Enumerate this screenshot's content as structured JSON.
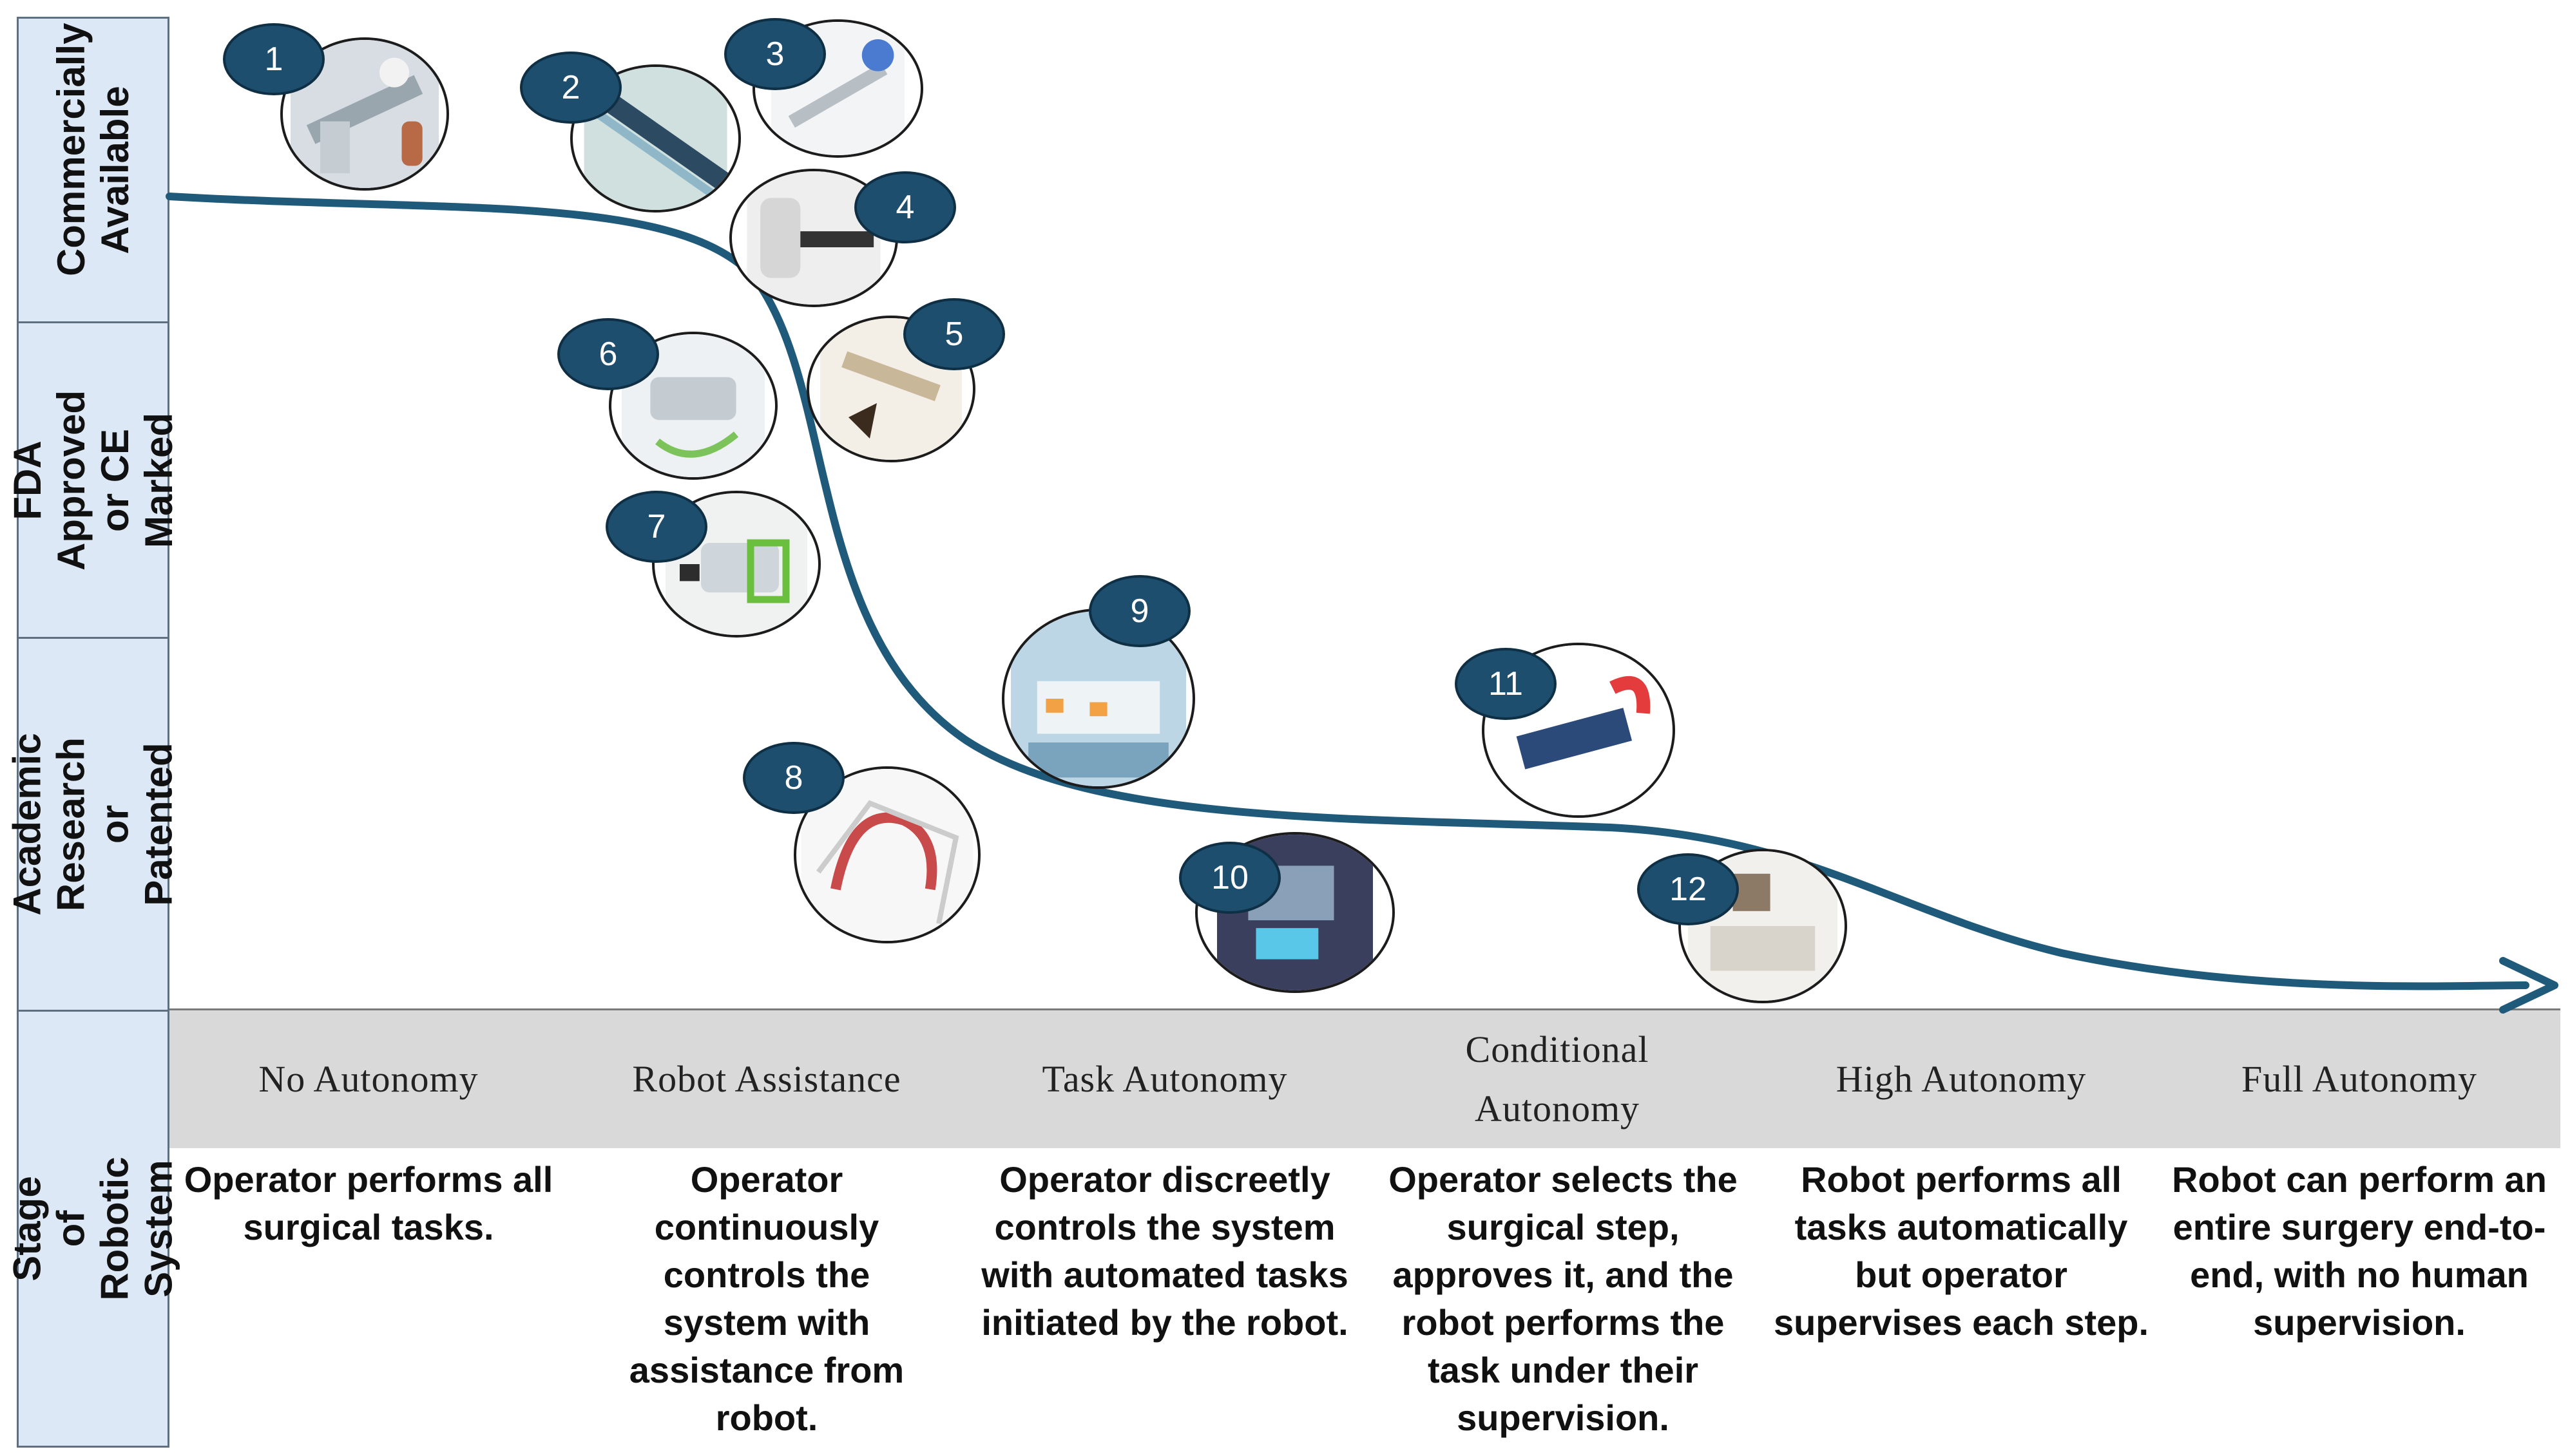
{
  "row_labels": {
    "commercial": "Commercially Available",
    "fda": "FDA Approved or CE Marked",
    "academic": "Academic Research or Patented",
    "stage": "Stage of Robotic System"
  },
  "stages": [
    {
      "label": "No Autonomy",
      "description": "Operator performs all surgical tasks."
    },
    {
      "label": "Robot Assistance",
      "description": "Operator continuously controls the system with assistance from robot."
    },
    {
      "label": "Task Autonomy",
      "description": "Operator discreetly controls the system with automated tasks initiated by the robot."
    },
    {
      "label": "Conditional Autonomy",
      "description": "Operator selects the surgical step, approves it, and the robot performs the task under their supervision."
    },
    {
      "label": "High Autonomy",
      "description": "Robot performs all tasks automatically but operator supervises each step."
    },
    {
      "label": "Full Autonomy",
      "description": "Robot can perform an entire surgery end-to-end, with no human supervision."
    }
  ],
  "systems": [
    "1",
    "2",
    "3",
    "4",
    "5",
    "6",
    "7",
    "8",
    "9",
    "10",
    "11",
    "12"
  ],
  "colors": {
    "curve": "#1f5a7a",
    "badge": "#1d4e6e",
    "row_label_bg": "#dce8f5",
    "stage_band": "#d9d9d9"
  }
}
